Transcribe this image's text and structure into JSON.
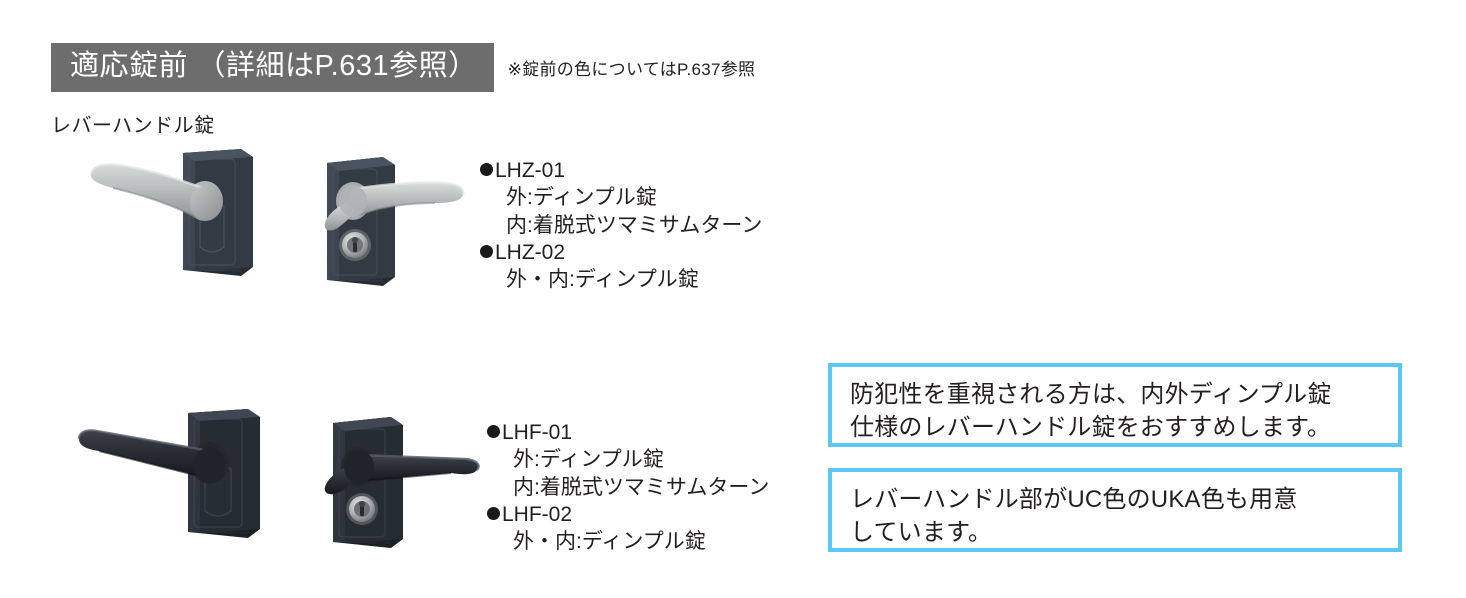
{
  "header": {
    "banner_label": "適応錠前 （詳細はP.631参照）",
    "banner_note": "※錠前の色についてはP.637参照",
    "banner_bg_color": "#6d6d6d",
    "banner_text_color": "#ffffff"
  },
  "section": {
    "title": "レバーハンドル錠"
  },
  "products": [
    {
      "id": "lhz",
      "figure_a_alt": "レバーハンドル錠 シルバーレバー 外側",
      "figure_b_alt": "レバーハンドル錠 シルバーレバー シリンダー付",
      "lever_color": "#b9bcbd",
      "plate_color": "#39424c",
      "models": [
        {
          "name": "LHZ-01",
          "details": [
            "外:ディンプル錠",
            "内:着脱式ツマミサムターン"
          ]
        },
        {
          "name": "LHZ-02",
          "details": [
            "外・内:ディンプル錠"
          ]
        }
      ]
    },
    {
      "id": "lhf",
      "figure_a_alt": "レバーハンドル錠 ブラックレバー 外側",
      "figure_b_alt": "レバーハンドル錠 ブラックレバー シリンダー付",
      "lever_color": "#2b2f36",
      "plate_color": "#2b313a",
      "models": [
        {
          "name": "LHF-01",
          "details": [
            "外:ディンプル錠",
            "内:着脱式ツマミサムターン"
          ]
        },
        {
          "name": "LHF-02",
          "details": [
            "外・内:ディンプル錠"
          ]
        }
      ]
    }
  ],
  "callouts": [
    {
      "border_color": "#5bc8f5",
      "lines": [
        "防犯性を重視される方は、内外ディンプル錠",
        "仕様のレバーハンドル錠をおすすめします。"
      ]
    },
    {
      "border_color": "#5bc8f5",
      "lines": [
        "レバーハンドル部がUC色のUKA色も用意",
        "しています。"
      ]
    }
  ]
}
